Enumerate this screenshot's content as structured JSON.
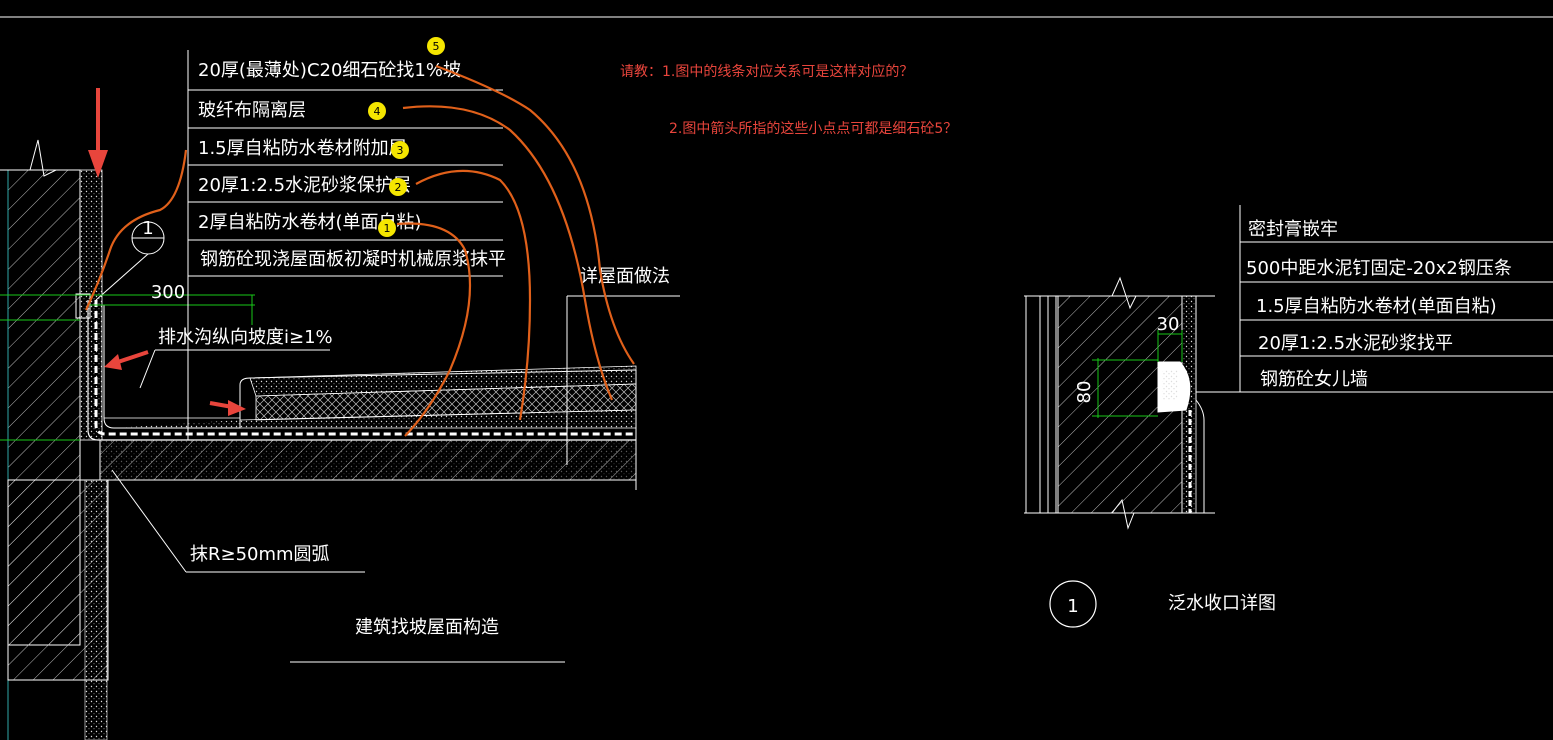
{
  "layers": [
    {
      "text": "20厚(最薄处)C20细石砼找1%坡",
      "badge": "5"
    },
    {
      "text": "玻纤布隔离层",
      "badge": "4"
    },
    {
      "text": "1.5厚自粘防水卷材附加层",
      "badge": "3"
    },
    {
      "text": "20厚1:2.5水泥砂浆保护层",
      "badge": "2"
    },
    {
      "text": "2厚自粘防水卷材(单面自粘)",
      "badge": "1"
    },
    {
      "text": "钢筋砼现浇屋面板初凝时机械原浆抹平",
      "badge": ""
    }
  ],
  "questions": [
    "请教：1.图中的线条对应关系可是这样对应的？",
    "2.图中箭头所指的这些小点点可都是细石砼5？"
  ],
  "left_drawing": {
    "callout_number": "1",
    "dim_300": "300",
    "detail_label": "详屋面做法",
    "drain_note": "排水沟纵向坡度i≥1%",
    "arc_note": "抹R≥50mm圆弧",
    "title": "建筑找坡屋面构造"
  },
  "right_drawing": {
    "notes": [
      "密封膏嵌牢",
      "500中距水泥钉固定-20x2钢压条",
      "1.5厚自粘防水卷材(单面自粘)",
      "20厚1:2.5水泥砂浆找平",
      "钢筋砼女儿墙"
    ],
    "dim_30": "30",
    "dim_80": "80",
    "detail_number": "1",
    "title": "泛水收口详图"
  },
  "colors": {
    "background": "#000000",
    "lines": "#ffffff",
    "annotation_orange": "#e0601a",
    "arrow_red": "#e8453c",
    "badge_yellow": "#f5e600",
    "dim_green": "#19c819",
    "hatch_cyan": "#2fa8a8"
  }
}
